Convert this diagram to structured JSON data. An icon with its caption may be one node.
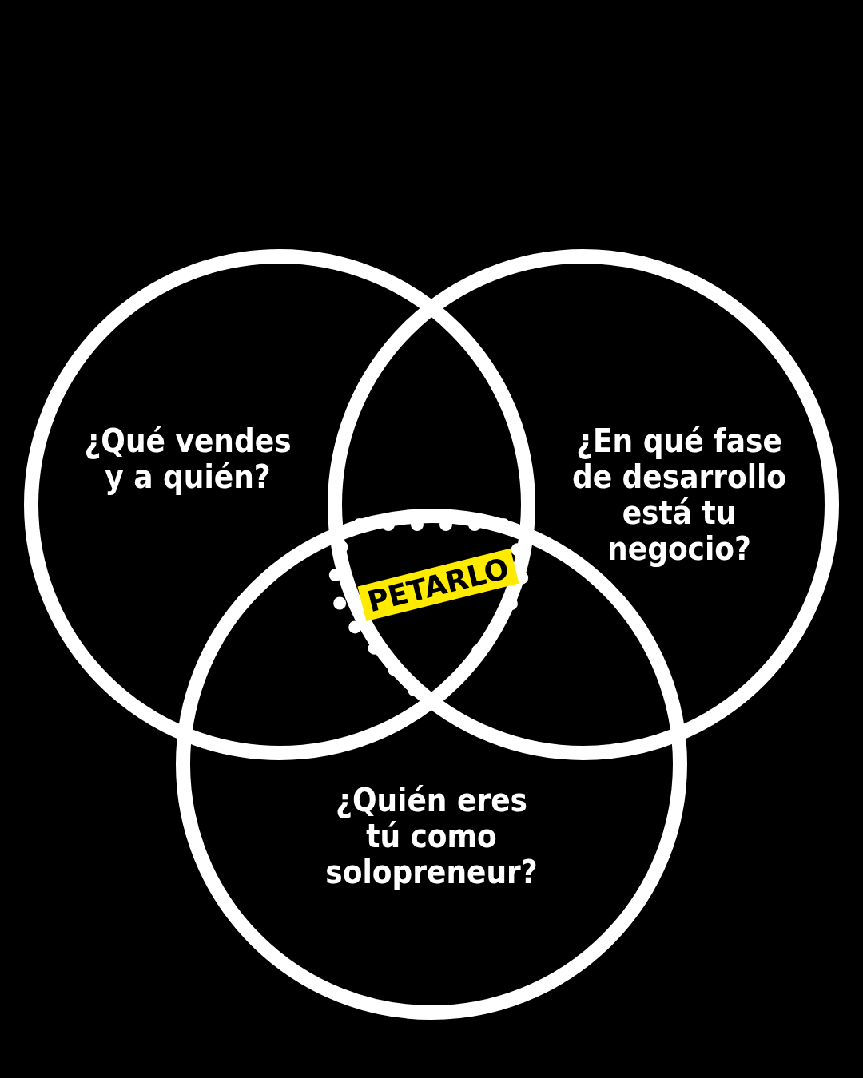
{
  "diagram": {
    "nodes": [
      {
        "text": [
          "¿Qué vendes y a quién?"
        ]
      },
      {
        "text": [
          "¿En qué fase de desarrollo está tu negocio?"
        ]
      },
      {
        "text": [
          "¿Quién eres tú como solopreneur?"
        ]
      },
      {
        "text": [
          "PETARLO"
        ]
      }
    ],
    "edges": []
  }
}
